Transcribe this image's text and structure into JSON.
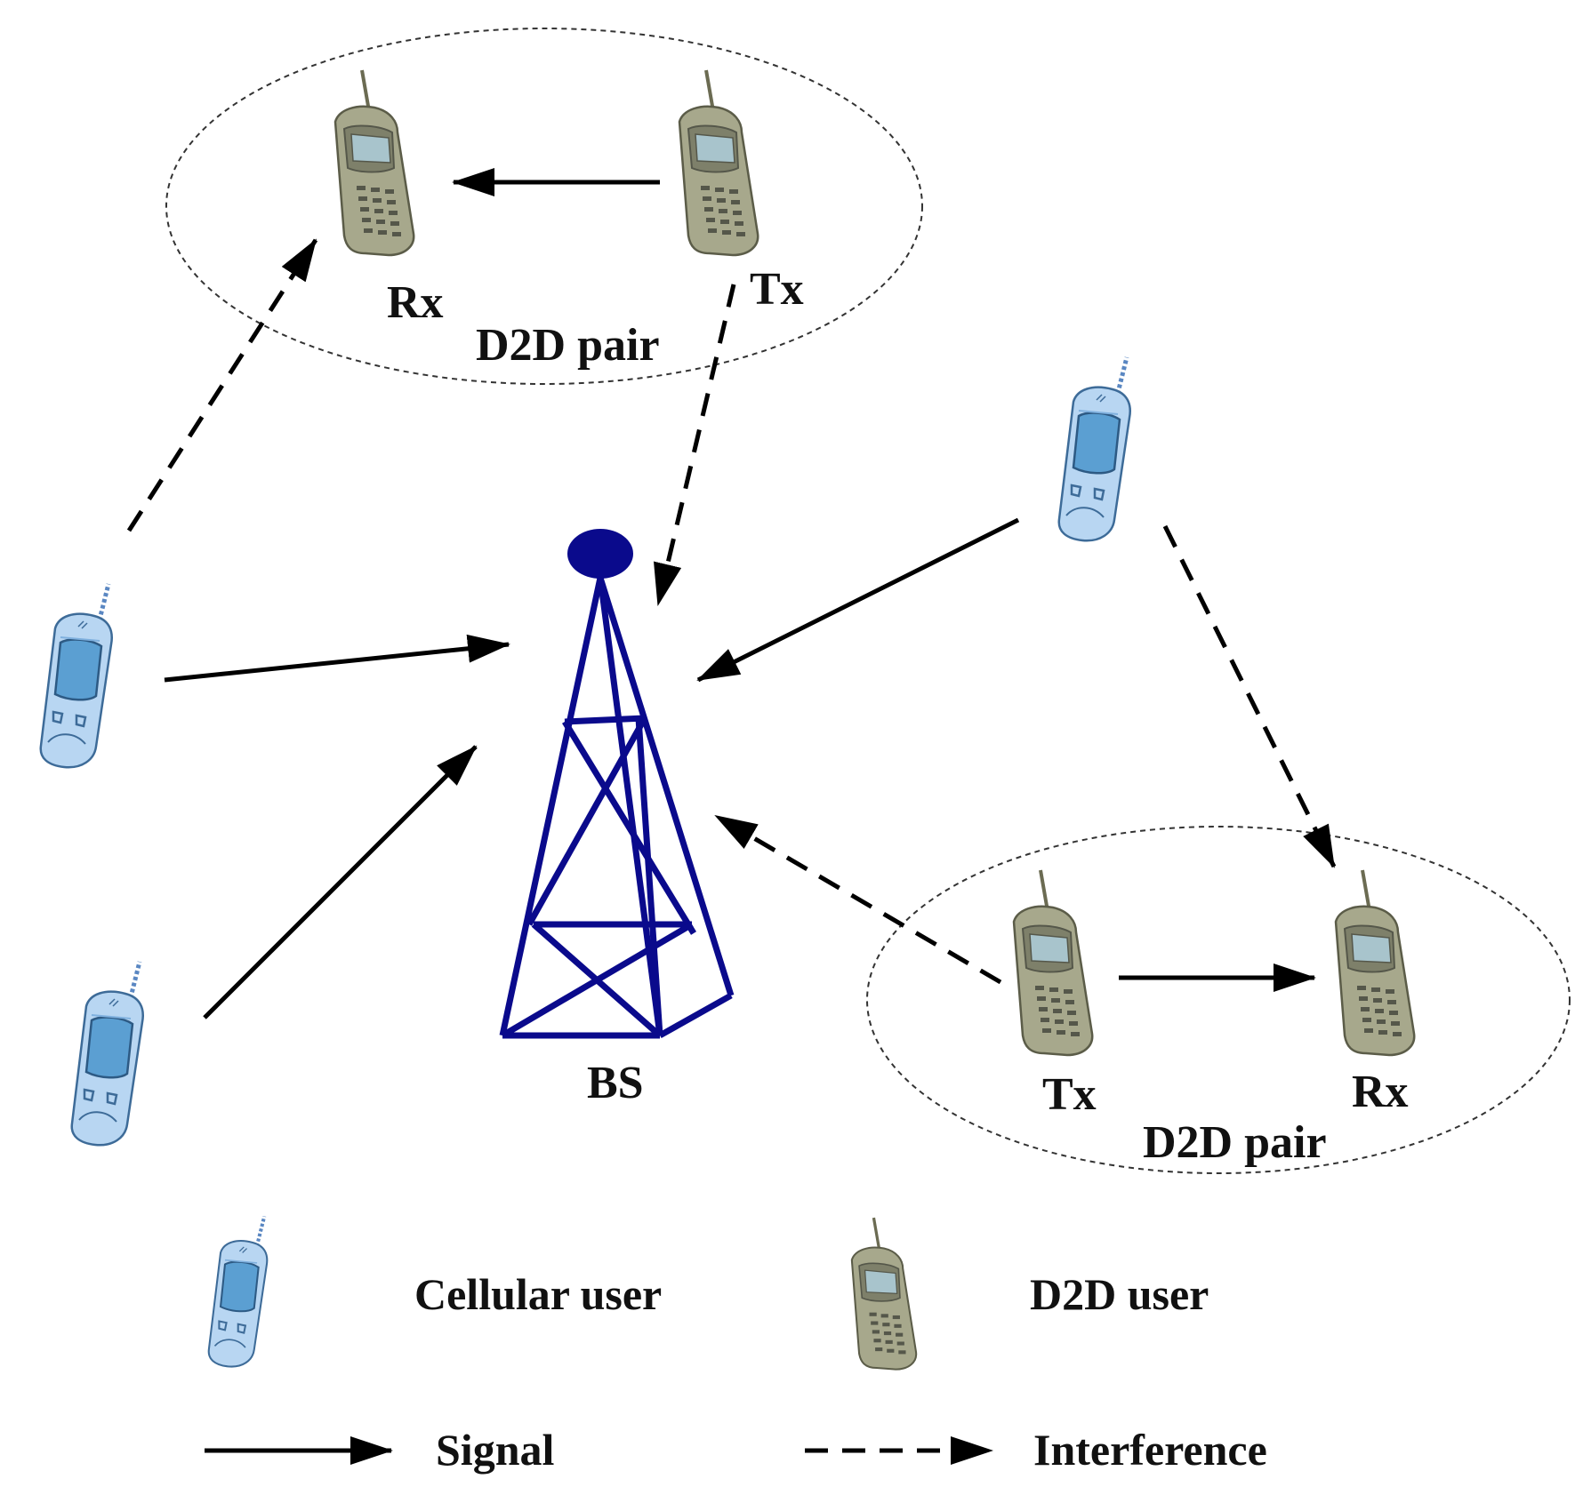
{
  "labels": {
    "top_pair_rx": "Rx",
    "top_pair_tx": "Tx",
    "top_pair_name": "D2D pair",
    "base_station": "BS",
    "bottom_pair_tx": "Tx",
    "bottom_pair_rx": "Rx",
    "bottom_pair_name": "D2D pair"
  },
  "legend": {
    "cellular_user": "Cellular user",
    "d2d_user": "D2D user",
    "signal": "Signal",
    "interference": "Interference"
  },
  "colors": {
    "tower": "#0a0a8c",
    "cellular_body": "#b8d6f2",
    "cellular_screen": "#5b9fd2",
    "d2d_body": "#a7a88c",
    "d2d_screen": "#a8c4cc",
    "arrow": "#000000"
  },
  "icons": {
    "cellular_user": "cellular-phone-icon",
    "d2d_user": "d2d-phone-icon",
    "base_station": "tower-icon"
  }
}
